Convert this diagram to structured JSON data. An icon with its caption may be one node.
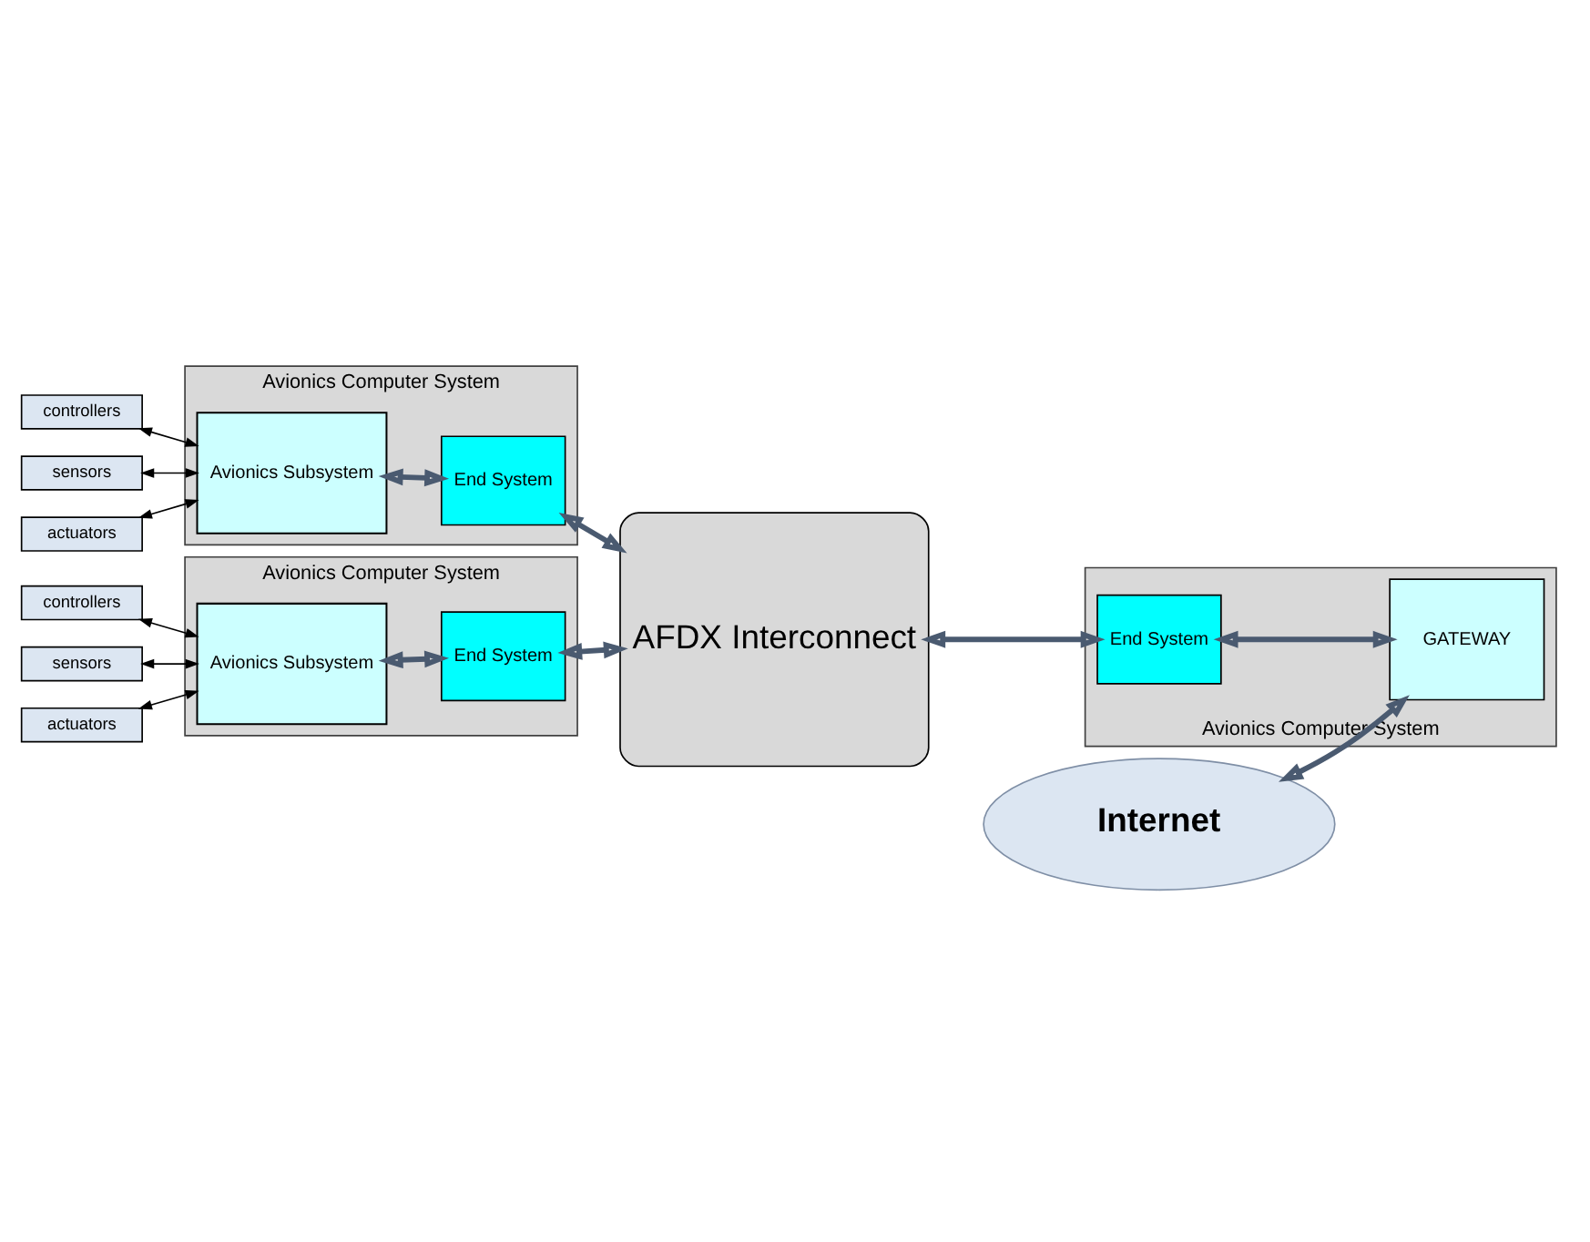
{
  "diagram": {
    "nodes": [
      {
        "text": [
          "controllers"
        ]
      },
      {
        "text": [
          "sensors"
        ]
      },
      {
        "text": [
          "actuators"
        ]
      },
      {
        "text": [
          "Avionics Computer System"
        ]
      },
      {
        "text": [
          "Avionics Subsystem"
        ],
        "in": 3
      },
      {
        "text": [
          "End System"
        ],
        "in": 3
      },
      {
        "text": [
          "AFDX Interconnect"
        ]
      },
      {
        "text": [
          "controllers"
        ]
      },
      {
        "text": [
          "sensors"
        ]
      },
      {
        "text": [
          "actuators"
        ]
      },
      {
        "text": [
          "Avionics Computer System"
        ]
      },
      {
        "text": [
          "Avionics Subsystem"
        ],
        "in": 10
      },
      {
        "text": [
          "End System"
        ],
        "in": 10
      },
      {
        "text": [
          "Avionics Computer System"
        ]
      },
      {
        "text": [
          "End System"
        ],
        "in": 13
      },
      {
        "text": [
          "Internet"
        ]
      },
      {
        "text": [
          "GATEWAY"
        ],
        "in": 13
      }
    ],
    "edges": [
      {
        "from": 0,
        "to": 4,
        "arrow": "both",
        "color": "#000000"
      },
      {
        "from": 1,
        "to": 4,
        "arrow": "both",
        "color": "#000000"
      },
      {
        "from": 2,
        "to": 4,
        "arrow": "both",
        "color": "#000000"
      },
      {
        "from": 4,
        "to": 5,
        "arrow": "both"
      },
      {
        "from": 5,
        "to": 6,
        "arrow": "both"
      },
      {
        "from": 7,
        "to": 11,
        "arrow": "both",
        "color": "#000000"
      },
      {
        "from": 8,
        "to": 11,
        "arrow": "both",
        "color": "#000000"
      },
      {
        "from": 9,
        "to": 11,
        "arrow": "both",
        "color": "#000000"
      },
      {
        "from": 11,
        "to": 12,
        "arrow": "both"
      },
      {
        "from": 12,
        "to": 6,
        "arrow": "both"
      },
      {
        "from": 6,
        "to": 14,
        "arrow": "both"
      },
      {
        "from": 14,
        "to": 16,
        "arrow": "both"
      },
      {
        "from": 15,
        "to": 16,
        "arrow": "both"
      }
    ]
  }
}
